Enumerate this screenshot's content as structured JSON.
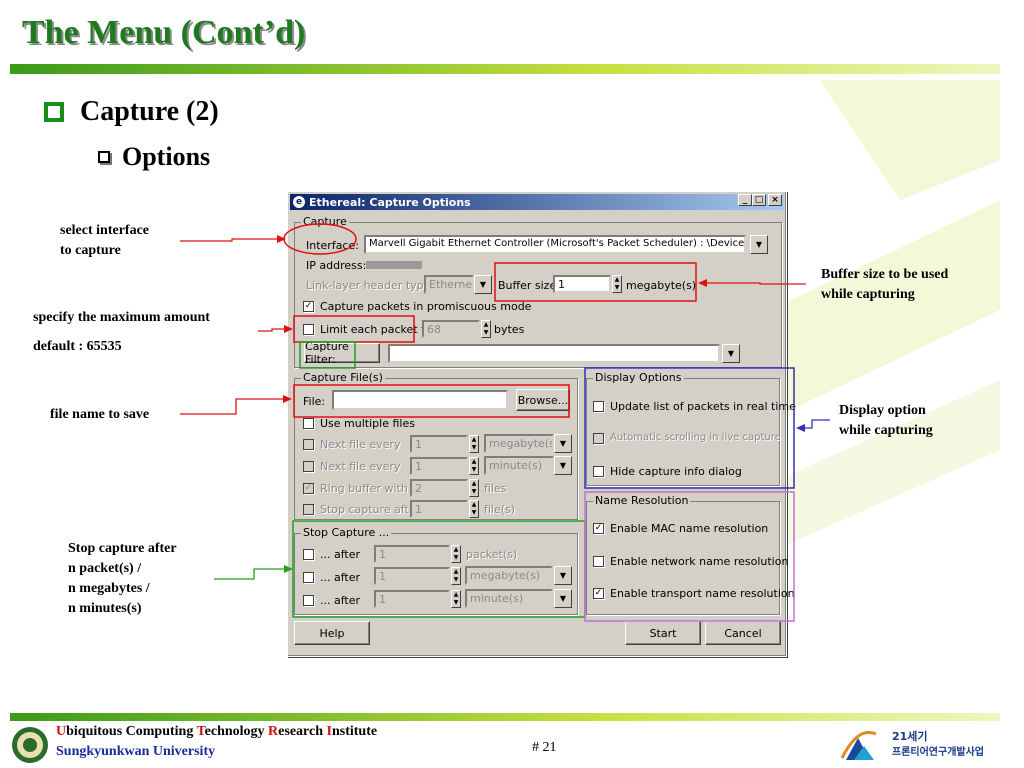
{
  "slide": {
    "title": "The Menu (Cont’d)",
    "bullet1": "Capture (2)",
    "bullet2": "Options",
    "page_number": "# 21"
  },
  "annotations": {
    "select_interface": [
      "select interface",
      "to capture"
    ],
    "max_amount": "specify the maximum amount",
    "default": "default : 65535",
    "file_name": "file name to save",
    "stop_capture": [
      "Stop capture after",
      "n packet(s) /",
      "n megabytes /",
      "n minutes(s)"
    ],
    "buffer_size": [
      "Buffer size to be used",
      "while capturing"
    ],
    "display_option": [
      "Display option",
      "while capturing"
    ]
  },
  "footer": {
    "institute_parts": [
      {
        "text": "U",
        "red": true
      },
      {
        "text": "biquitous Computing ",
        "red": false
      },
      {
        "text": "T",
        "red": true
      },
      {
        "text": "echnology ",
        "red": false
      },
      {
        "text": "R",
        "red": true
      },
      {
        "text": "esearch ",
        "red": false
      },
      {
        "text": "I",
        "red": true
      },
      {
        "text": "nstitute",
        "red": false
      }
    ],
    "university": "Sungkyunkwan University",
    "logo_text1": "21세기",
    "logo_text2": "프론티어연구개발사업"
  },
  "dialog": {
    "title": "Ethereal: Capture Options",
    "title_buttons": [
      "_",
      "□",
      "×"
    ],
    "capture_group": "Capture",
    "interface_label": "Interface:",
    "interface_value": "Marvell Gigabit Ethernet Controller (Microsoft's Packet Scheduler) : \\Device\\NPF",
    "ip_label": "IP address:",
    "link_label": "Link-layer header type:",
    "link_value": "Ethernet",
    "buffer_label": "Buffer size:",
    "buffer_value": "1",
    "buffer_unit": "megabyte(s)",
    "promiscuous": "Capture packets in promiscuous mode",
    "limit_label": "Limit each packet to",
    "limit_value": "68",
    "limit_unit": "bytes",
    "filter_button": "Capture Filter:",
    "filter_value": "",
    "file_group": "Capture File(s)",
    "file_label": "File:",
    "file_value": "",
    "browse": "Browse...",
    "multiple_files": "Use multiple files",
    "next_file_size": "Next file every",
    "next_file_size_value": "1",
    "next_file_size_unit": "megabyte(s)",
    "next_file_time": "Next file every",
    "next_file_time_value": "1",
    "next_file_time_unit": "minute(s)",
    "ring_buffer": "Ring buffer with",
    "ring_buffer_value": "2",
    "ring_buffer_unit": "files",
    "stop_after_files": "Stop capture after",
    "stop_after_files_value": "1",
    "stop_after_files_unit": "file(s)",
    "stop_group": "Stop Capture ...",
    "stop_rows": [
      {
        "label": "... after",
        "value": "1",
        "unit": "packet(s)"
      },
      {
        "label": "... after",
        "value": "1",
        "unit": "megabyte(s)"
      },
      {
        "label": "... after",
        "value": "1",
        "unit": "minute(s)"
      }
    ],
    "display_group": "Display Options",
    "update_list": "Update list of packets in real time",
    "auto_scroll": "Automatic scrolling in live capture",
    "hide_info": "Hide capture info dialog",
    "name_group": "Name Resolution",
    "mac_res": "Enable MAC name resolution",
    "net_res": "Enable network name resolution",
    "transport_res": "Enable transport name resolution",
    "help": "Help",
    "start": "Start",
    "cancel": "Cancel"
  },
  "colors": {
    "title_green": "#1e7a1e",
    "highlight_red": "#e01010",
    "highlight_green": "#20a020",
    "highlight_blue": "#3030b0",
    "highlight_purple": "#c070d0"
  }
}
